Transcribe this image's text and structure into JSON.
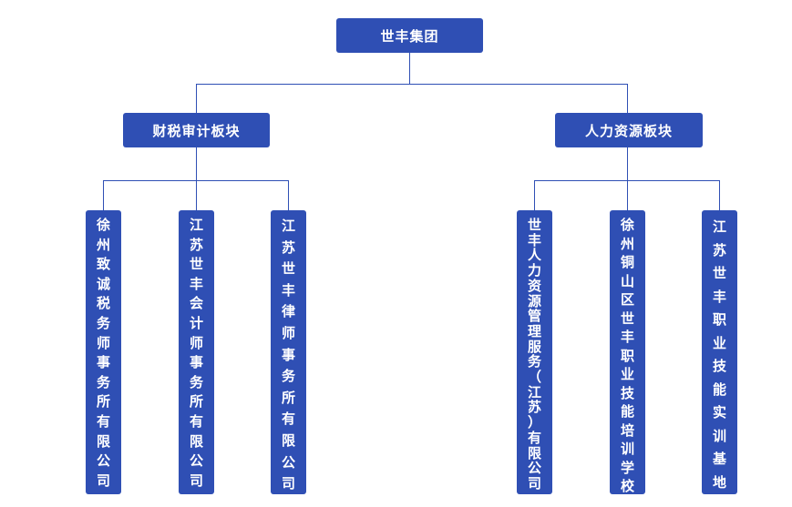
{
  "root": {
    "label": "世丰集团"
  },
  "sections": [
    {
      "label": "财税审计板块",
      "children": [
        {
          "label": "徐州致诚税务师事务所有限公司"
        },
        {
          "label": "江苏世丰会计师事务所有限公司"
        },
        {
          "label": "江苏世丰律师事务所有限公司"
        }
      ]
    },
    {
      "label": "人力资源板块",
      "children": [
        {
          "label": "世丰人力资源管理服务（江苏）有限公司"
        },
        {
          "label": "徐州铜山区世丰职业技能培训学校"
        },
        {
          "label": "江苏世丰职业技能实训基地"
        }
      ]
    }
  ],
  "colors": {
    "node": "#2f4fb4",
    "text": "#ffffff",
    "line": "#2f4fb4"
  }
}
